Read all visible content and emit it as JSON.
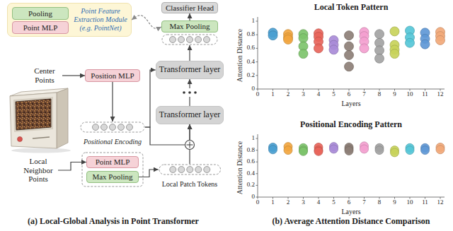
{
  "diagram": {
    "nodes": [
      {
        "text": [
          "Point Feature Extraction Module (e.g. PointNet)"
        ]
      },
      {
        "text": [
          "Pooling"
        ],
        "in": 0
      },
      {
        "text": [
          "Point MLP"
        ],
        "in": 0
      },
      {
        "text": [
          "Classifier Head"
        ]
      },
      {
        "text": [
          "Max Pooling"
        ]
      },
      {
        "text": [
          "Center Points"
        ]
      },
      {
        "text": [
          "Position MLP"
        ]
      },
      {
        "text": [
          "Positional Encoding"
        ]
      },
      {
        "text": [
          "Transformer layer"
        ]
      },
      {
        "text": [
          "Transformer layer"
        ]
      },
      {
        "text": [
          "Local Neighbor Points"
        ]
      },
      {
        "text": [
          "Point MLP"
        ]
      },
      {
        "text": [
          "Max Pooling"
        ]
      },
      {
        "text": [
          "Local Patch Tokens"
        ]
      }
    ],
    "edges": [
      {
        "from": 0,
        "to": 4,
        "arrow": "both"
      },
      {
        "from": 4,
        "to": 3,
        "arrow": "to"
      },
      {
        "from": 8,
        "to": 4,
        "arrow": "to"
      },
      {
        "from": 9,
        "to": 8,
        "arrow": "to"
      },
      {
        "from": 5,
        "to": 6,
        "arrow": "to"
      },
      {
        "from": 6,
        "to": 7,
        "arrow": "to"
      },
      {
        "from": 7,
        "to": 8,
        "arrow": "to"
      },
      {
        "from": 7,
        "to": 9,
        "arrow": "to"
      },
      {
        "from": 10,
        "to": 11,
        "arrow": "to"
      },
      {
        "from": 12,
        "to": 13,
        "arrow": "to"
      },
      {
        "from": 13,
        "to": 9,
        "arrow": "to"
      }
    ],
    "labels": [
      "(a) Local-Global Analysis in Point Transformer",
      "(b) Average Attention Distance Comparison",
      "Local Token Pattern",
      "Attention Distance",
      "Layers",
      "0",
      "1",
      "2",
      "3",
      "4",
      "5",
      "6",
      "7",
      "8",
      "9",
      "10",
      "11",
      "12",
      "0",
      "0.2",
      "0.4",
      "0.6",
      "0.8",
      "1",
      "Positional Encoding Pattern",
      "Attention Distance",
      "Layers",
      "0",
      "1",
      "2",
      "3",
      "4",
      "5",
      "6",
      "7",
      "8",
      "9",
      "10",
      "11",
      "12",
      "0",
      "0.2",
      "0.4",
      "0.6",
      "0.8",
      "1"
    ]
  }
}
